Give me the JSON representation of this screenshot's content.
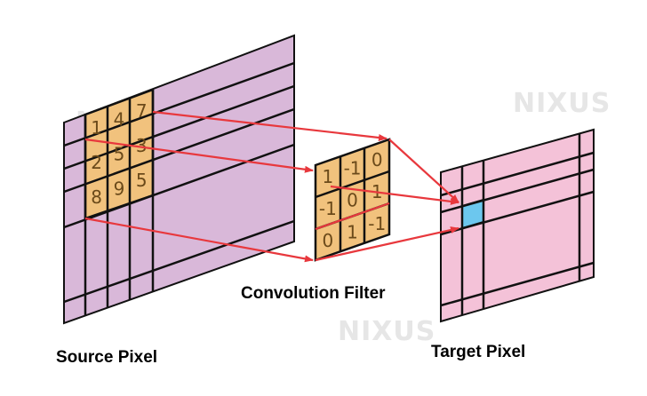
{
  "labels": {
    "source": "Source Pixel",
    "filter": "Convolution Filter",
    "target": "Target Pixel"
  },
  "watermark": "NIXUS",
  "source_kernel_values": [
    "1",
    "4",
    "7",
    "2",
    "5",
    "3",
    "8",
    "9",
    "5"
  ],
  "filter_values": [
    "1",
    "-1",
    "0",
    "-1",
    "0",
    "1",
    "0",
    "1",
    "-1"
  ],
  "colors": {
    "source_plane": "#d9b8d9",
    "target_plane": "#f4c2d8",
    "kernel": "#f1c27d",
    "target_pixel": "#6cc7ee",
    "arrow": "#e8383d",
    "grid": "#111111"
  }
}
